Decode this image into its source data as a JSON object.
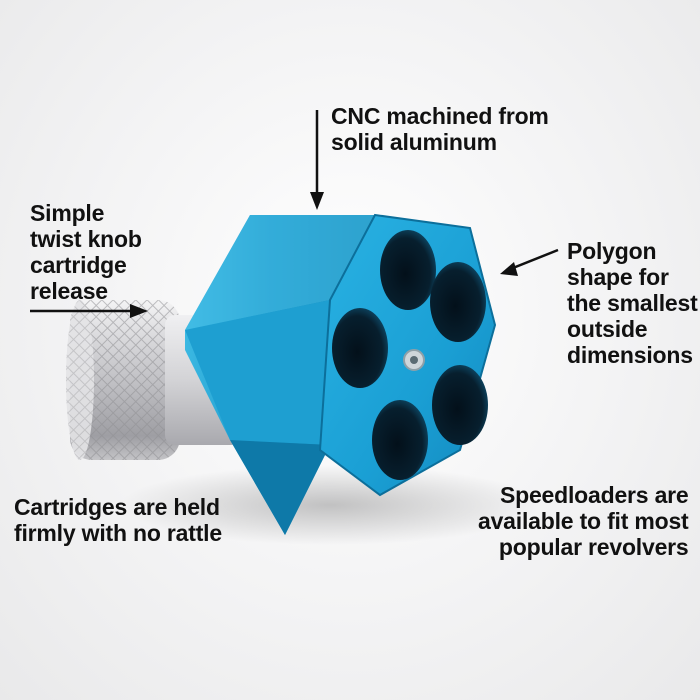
{
  "callouts": {
    "cnc": [
      "CNC machined from",
      "solid aluminum"
    ],
    "twist_knob": [
      "Simple",
      "twist knob",
      "cartridge",
      "release"
    ],
    "polygon": [
      "Polygon",
      "shape for",
      "the smallest",
      "outside",
      "dimensions"
    ],
    "cartridges": [
      "Cartridges are held",
      "firmly with no rattle"
    ],
    "speedloaders": [
      "Speedloaders are",
      "available to fit most",
      "popular revolvers"
    ]
  },
  "colors": {
    "anodized_blue": "#1fa3d4",
    "aluminum_knob": "#c9c9cc",
    "background": "#f4f4f5",
    "text": "#111111"
  }
}
